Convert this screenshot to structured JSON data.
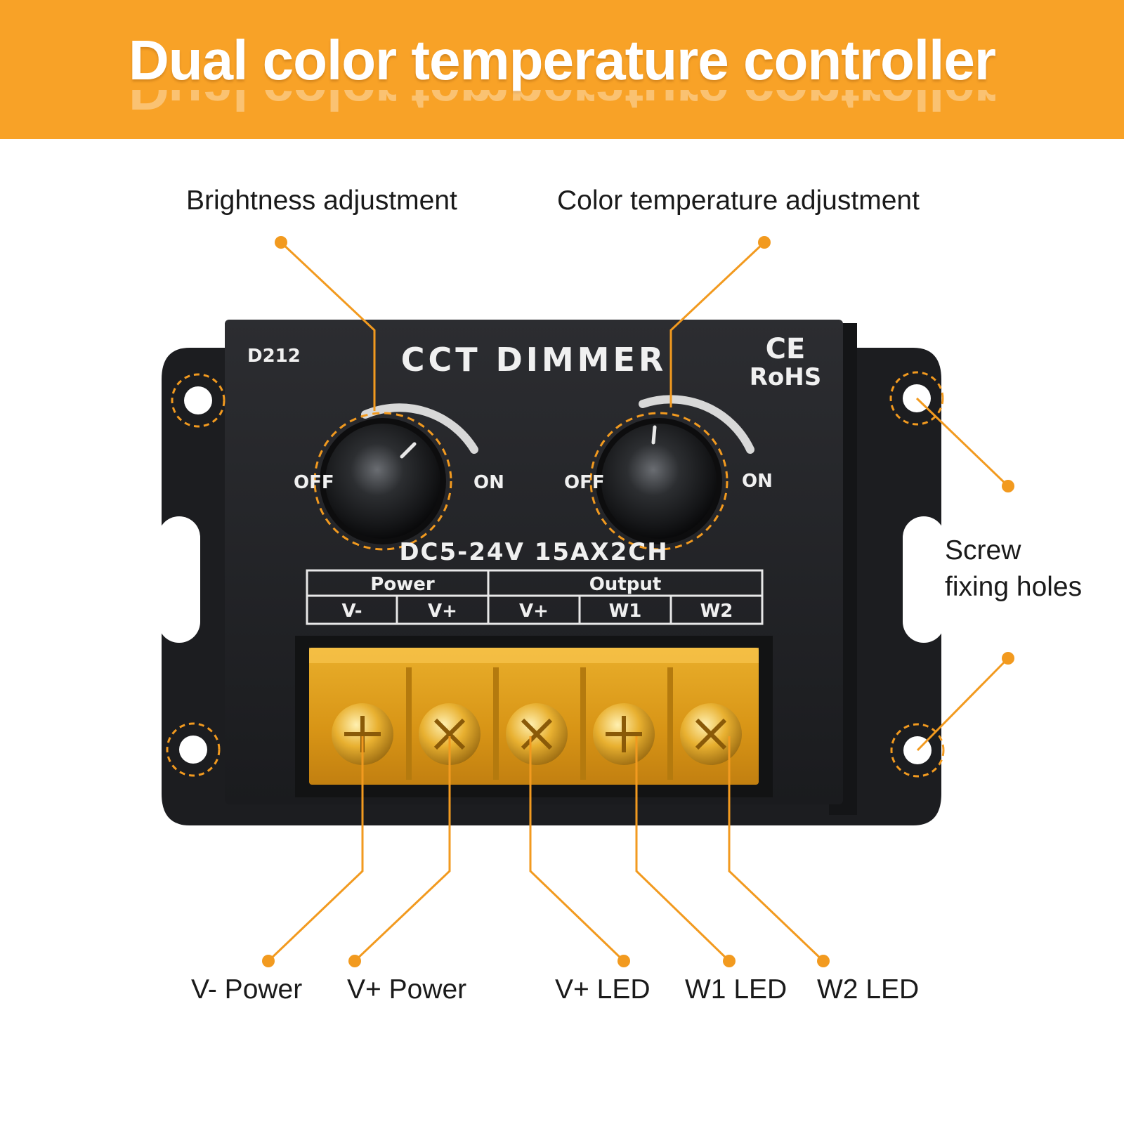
{
  "banner": {
    "title": "Dual color temperature controller"
  },
  "callouts": {
    "brightness": "Brightness adjustment",
    "color_temp": "Color temperature adjustment",
    "screw_line1": "Screw",
    "screw_line2": "fixing holes",
    "v_minus_power": "V- Power",
    "v_plus_power": "V+ Power",
    "v_plus_led": "V+ LED",
    "w1_led": "W1 LED",
    "w2_led": "W2 LED"
  },
  "device": {
    "model": "D212",
    "name": "CCT DIMMER",
    "ce_mark": "CE",
    "rohs": "RoHS",
    "knob_off": "OFF",
    "knob_on": "ON",
    "rating": "DC5-24V  15AX2CH",
    "power_header": "Power",
    "output_header": "Output",
    "terminals": [
      "V-",
      "V+",
      "V+",
      "W1",
      "W2"
    ]
  },
  "colors": {
    "accent": "#f8a227",
    "device_body": "#222326",
    "terminal_cover": "#e7a21a"
  }
}
